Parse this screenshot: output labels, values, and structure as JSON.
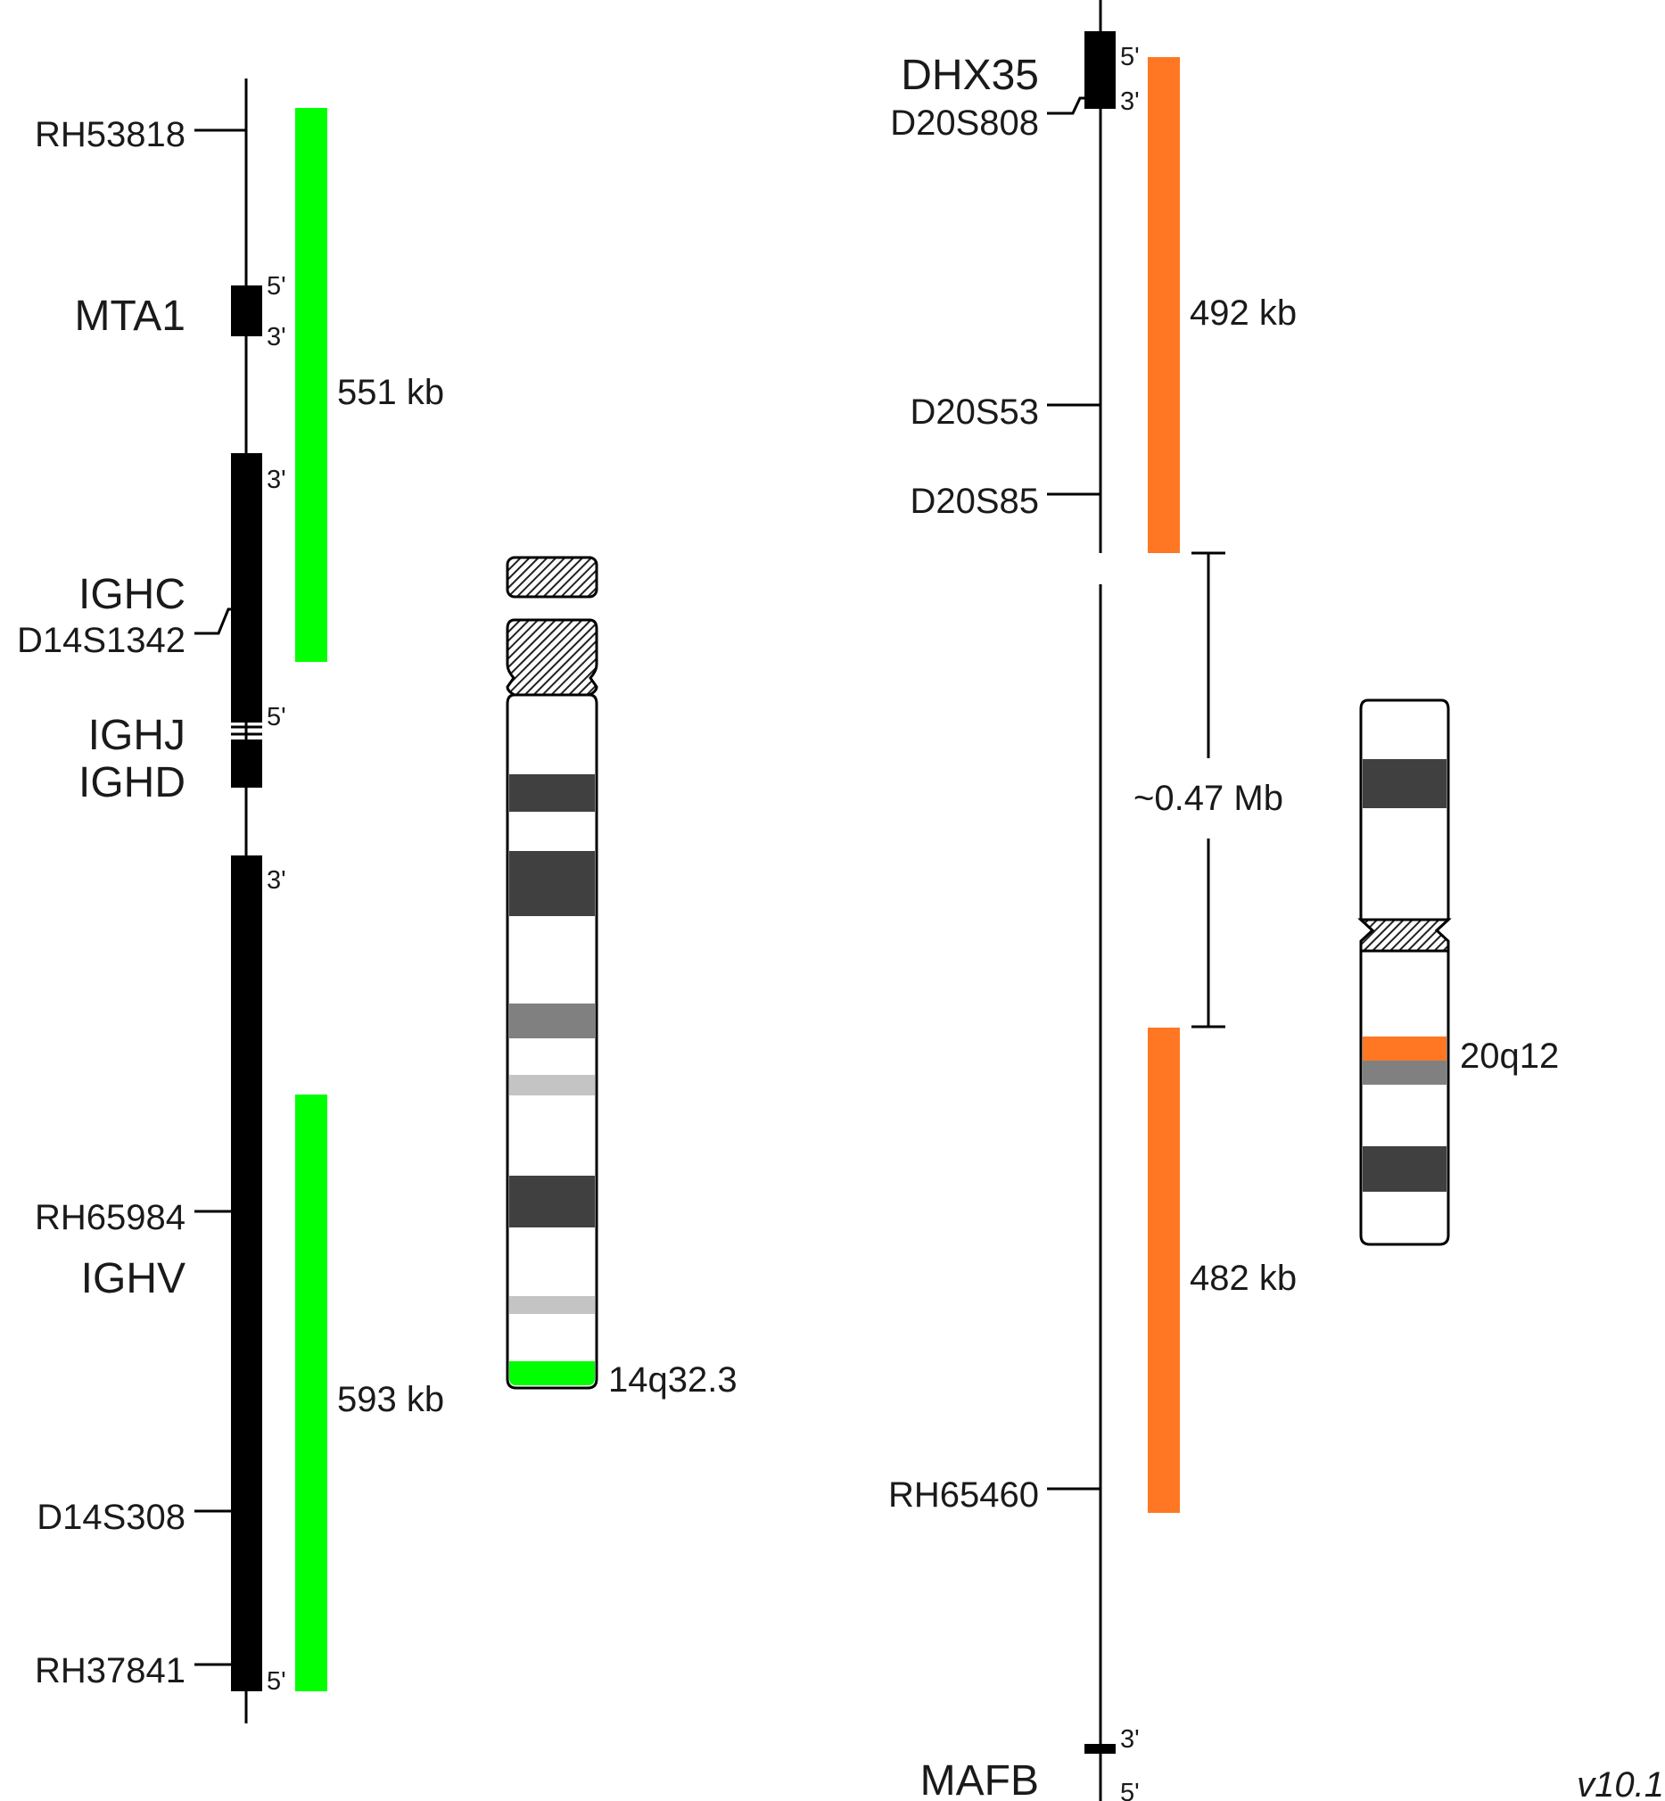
{
  "version": "v10.1",
  "colors": {
    "probe_left": "#00ff00",
    "probe_right": "#ff7722",
    "band_dark": "#404040",
    "band_mid": "#808080",
    "band_light": "#c4c4c4",
    "line": "#000000"
  },
  "left_map": {
    "markers": [
      "RH53818",
      "D14S1342",
      "RH65984",
      "D14S308",
      "RH37841"
    ],
    "genes": [
      "MTA1",
      "IGHC",
      "IGHJ",
      "IGHD",
      "IGHV"
    ],
    "ends": [
      "5'",
      "3'",
      "3'",
      "5'",
      "3'",
      "5'"
    ],
    "probes": [
      {
        "size": "551 kb"
      },
      {
        "size": "593 kb"
      }
    ]
  },
  "left_ideogram": {
    "chromosome_band": "14q32.3"
  },
  "right_map": {
    "markers": [
      "D20S808",
      "D20S53",
      "D20S85",
      "RH65460"
    ],
    "genes": [
      "DHX35",
      "MAFB"
    ],
    "ends": [
      "5'",
      "3'",
      "3'",
      "5'"
    ],
    "probes": [
      {
        "size": "492 kb"
      },
      {
        "size": "482 kb"
      }
    ],
    "gap_label": "~0.47 Mb"
  },
  "right_ideogram": {
    "chromosome_band": "20q12"
  }
}
